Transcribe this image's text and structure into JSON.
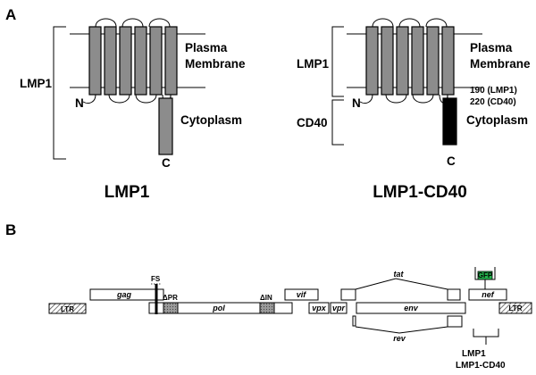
{
  "panel_a": {
    "label": "A",
    "left": {
      "bracket_label": "LMP1",
      "n_terminus": "N",
      "c_terminus": "C",
      "membrane_label_1": "Plasma",
      "membrane_label_2": "Membrane",
      "cytoplasm_label": "Cytoplasm",
      "title": "LMP1",
      "tail_color": "#8c8c8c"
    },
    "right": {
      "bracket_label_top": "LMP1",
      "bracket_label_bottom": "CD40",
      "n_terminus": "N",
      "c_terminus": "C",
      "membrane_label_1": "Plasma",
      "membrane_label_2": "Membrane",
      "residue_1": "190 (LMP1)",
      "residue_2": "220 (CD40)",
      "cytoplasm_label": "Cytoplasm",
      "title": "LMP1-CD40",
      "tail_color": "#000000"
    },
    "tm_color": "#8c8c8c"
  },
  "panel_b": {
    "label": "B",
    "ltr_left": "LTR",
    "ltr_right": "LTR",
    "gag": "gag",
    "fs": "FS",
    "delta_pr": "ΔPR",
    "pol": "pol",
    "delta_in": "ΔIN",
    "vif": "vif",
    "vpx": "vpx",
    "vpr": "vpr",
    "tat": "tat",
    "env": "env",
    "rev": "rev",
    "gfp": "GFP",
    "gfp_color": "#22b04b",
    "nef": "nef",
    "insert_1": "LMP1",
    "insert_2": "LMP1-CD40"
  }
}
